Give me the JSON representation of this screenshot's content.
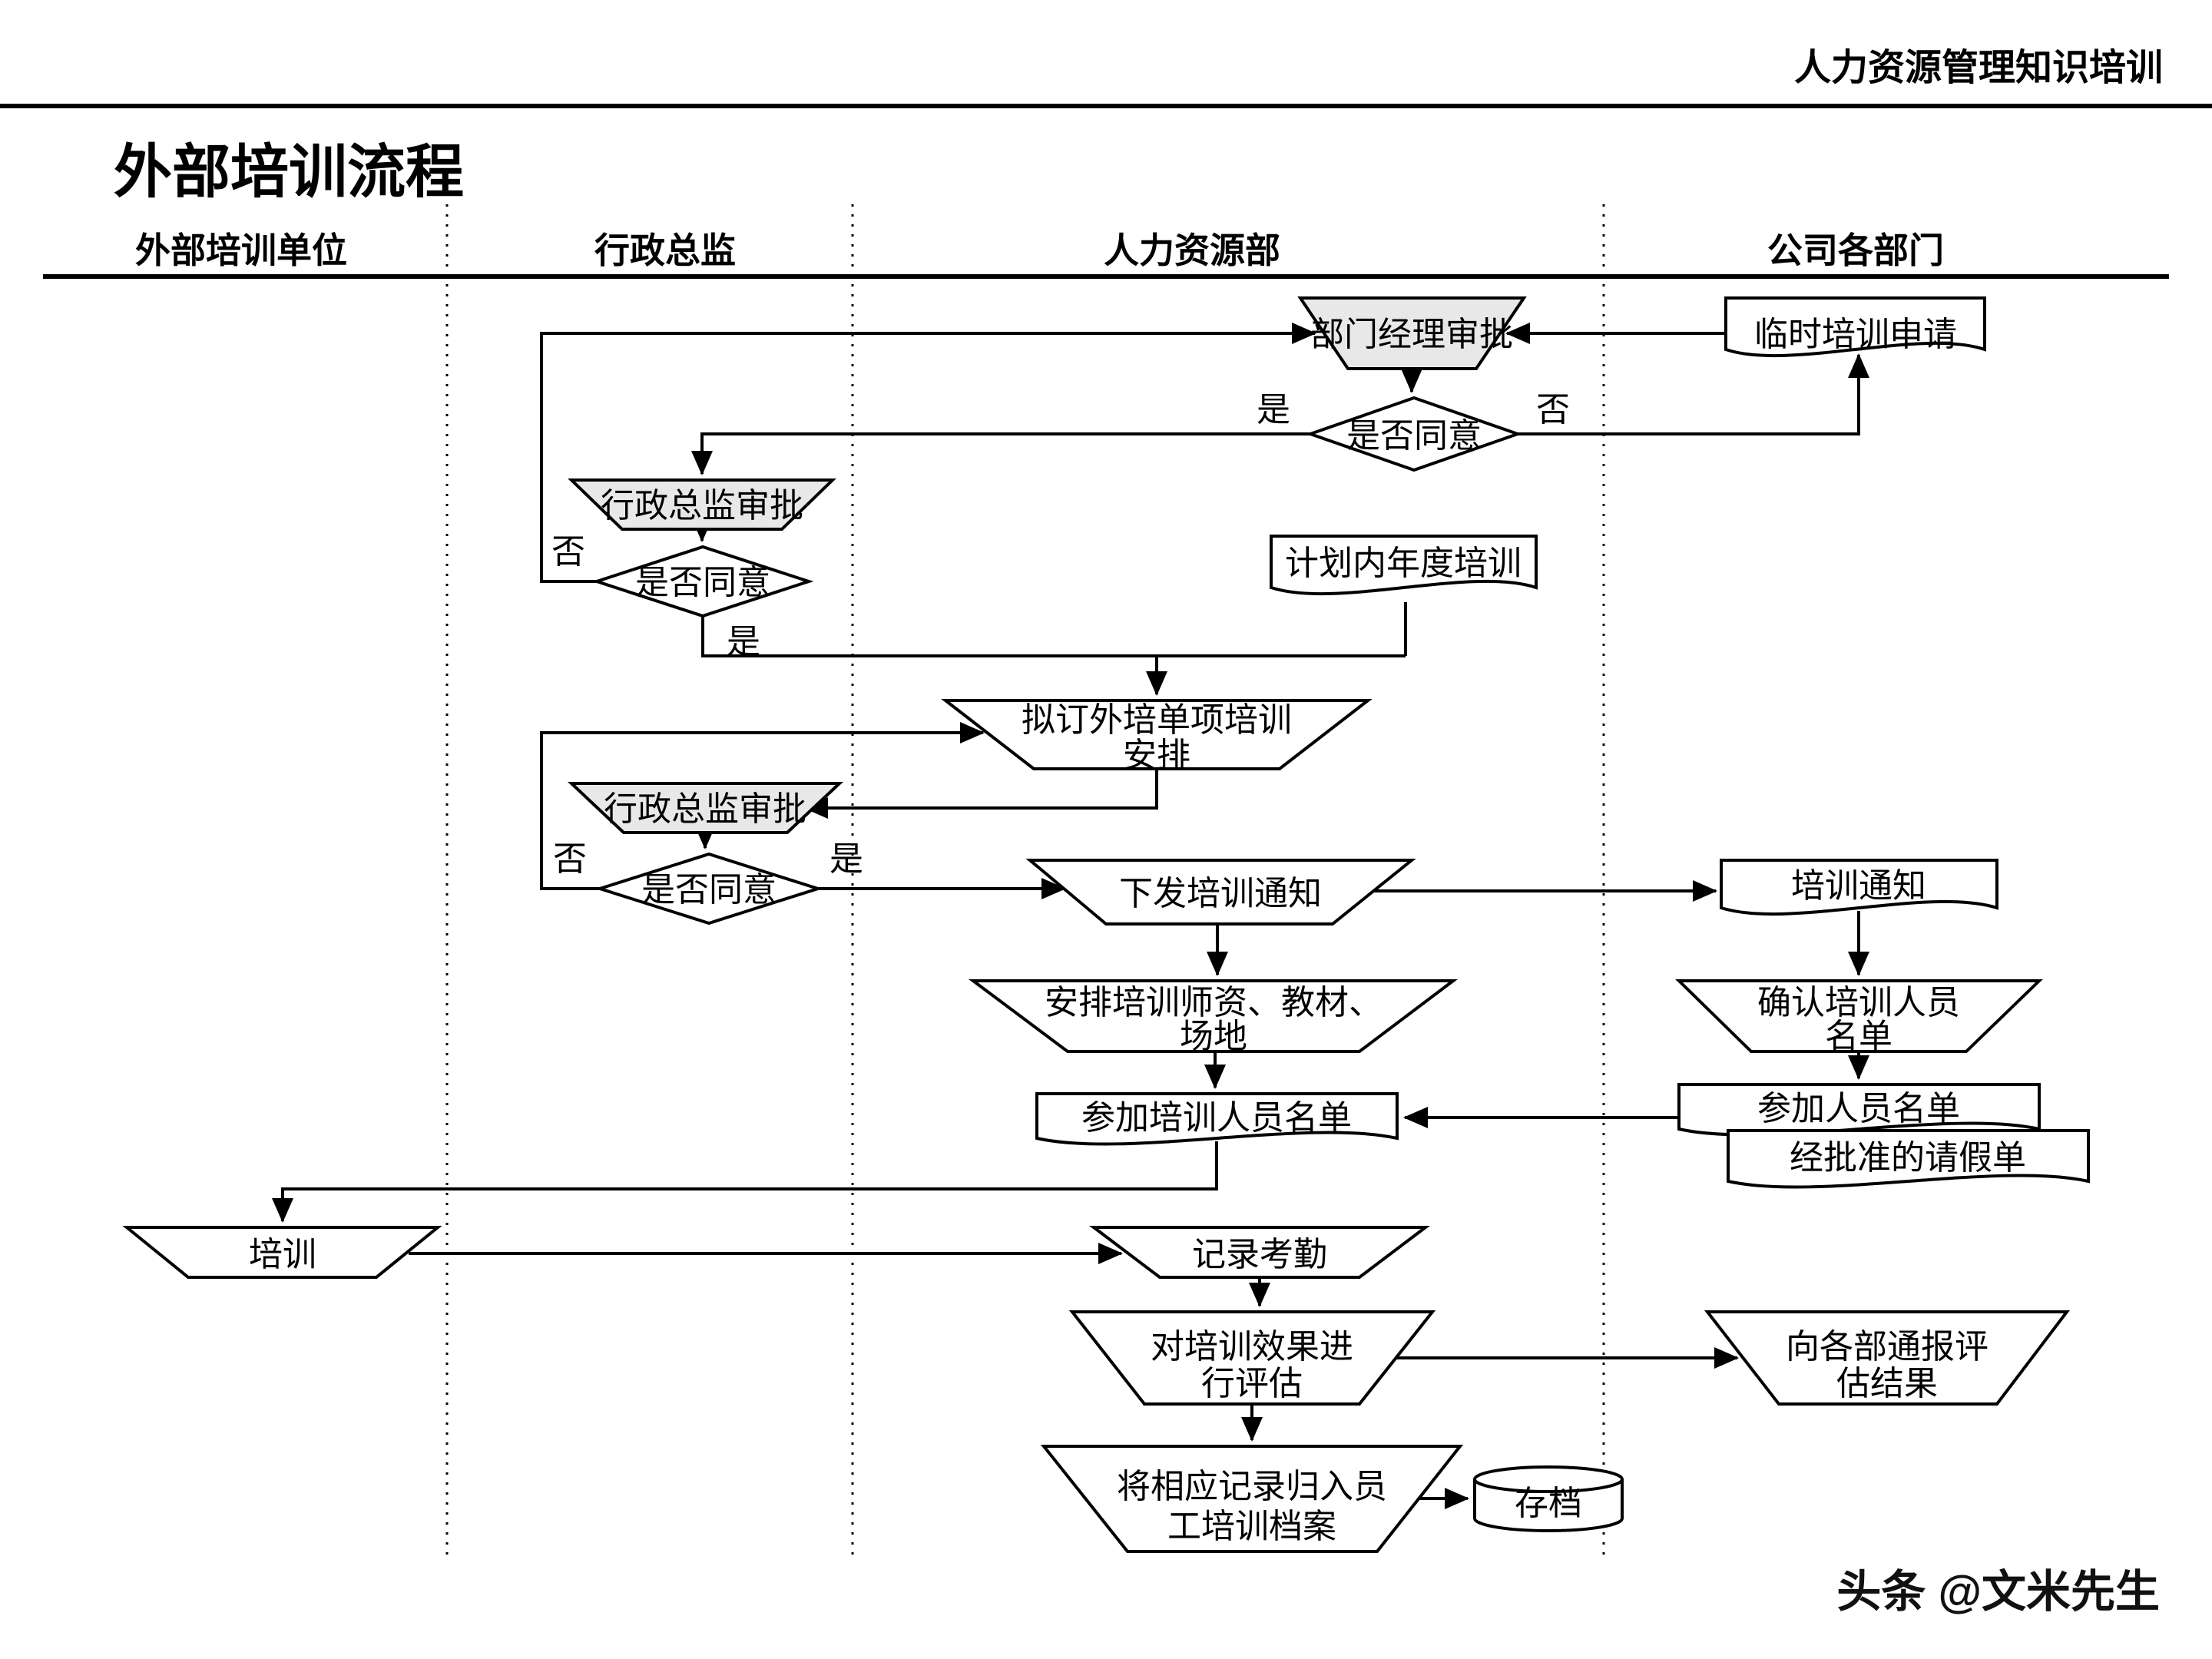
{
  "header": {
    "label": "人力资源管理知识培训"
  },
  "title": "外部培训流程",
  "lanes": {
    "lane1": "外部培训单位",
    "lane2": "行政总监",
    "lane3": "人力资源部",
    "lane4": "公司各部门"
  },
  "nodes": {
    "temp_request": "临时培训申请",
    "dept_manager_approval": "部门经理审批",
    "decision_agree_1": "是否同意",
    "admin_director_approval_1": "行政总监审批",
    "decision_agree_2": "是否同意",
    "annual_plan_training": "计划内年度培训",
    "draft_arrangement_l1": "拟订外培单项培训",
    "draft_arrangement_l2": "安排",
    "admin_director_approval_2": "行政总监审批",
    "decision_agree_3": "是否同意",
    "issue_training_notice": "下发培训通知",
    "training_notice": "培训通知",
    "arrange_resources_l1": "安排培训师资、教材、",
    "arrange_resources_l2": "场地",
    "confirm_trainees_l1": "确认培训人员",
    "confirm_trainees_l2": "名单",
    "training_participant_list": "参加培训人员名单",
    "participant_list": "参加人员名单",
    "approved_leave_slip": "经批准的请假单",
    "training": "培训",
    "record_attendance": "记录考勤",
    "evaluate_l1": "对培训效果进",
    "evaluate_l2": "行评估",
    "report_l1": "向各部通报评",
    "report_l2": "估结果",
    "archive_records_l1": "将相应记录归入员",
    "archive_records_l2": "工培训档案",
    "archive": "存档"
  },
  "branch_labels": {
    "d1_yes": "是",
    "d1_no": "否",
    "d2_yes": "是",
    "d2_no": "否",
    "d3_yes": "是",
    "d3_no": "否"
  },
  "watermark": "头条 @文米先生",
  "colors": {
    "approval_fill": "#e8e8e8",
    "stroke": "#000000",
    "background": "#ffffff"
  }
}
